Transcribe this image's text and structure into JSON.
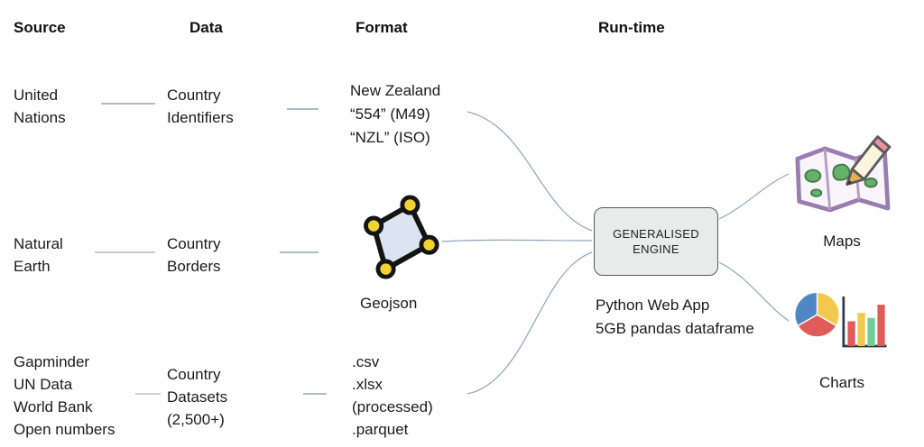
{
  "headers": {
    "source": "Source",
    "data": "Data",
    "format": "Format",
    "runtime": "Run-time"
  },
  "rows": [
    {
      "source": "United\nNations",
      "data": "Country\nIdentifiers",
      "format": "New Zealand\n“554” (M49)\n“NZL” (ISO)"
    },
    {
      "source": "Natural\nEarth",
      "data": "Country\nBorders",
      "format_icon": "geojson-polygon-icon",
      "format_label": "Geojson"
    },
    {
      "source": "Gapminder\nUN Data\nWorld Bank\nOpen numbers",
      "data": "Country\nDatasets\n(2,500+)",
      "format": ".csv\n.xlsx\n(processed)\n.parquet"
    }
  ],
  "engine": {
    "label": "GENERALISED\nENGINE",
    "description": "Python Web App\n5GB pandas dataframe"
  },
  "outputs": [
    {
      "icon": "map-pencil-icon",
      "label": "Maps"
    },
    {
      "icon": "pie-bar-chart-icon",
      "label": "Charts"
    }
  ],
  "colors": {
    "geojson_fill": "#dbe5f1",
    "geojson_vertex": "#f2d230",
    "map_outline": "#9a7cb0",
    "map_land": "#67b06a",
    "pencil_eraser": "#ef8f9b",
    "pie_blue": "#4f86c6",
    "pie_red": "#e25b5b",
    "pie_yellow": "#f2c94c",
    "bar_green": "#6fcf97"
  }
}
